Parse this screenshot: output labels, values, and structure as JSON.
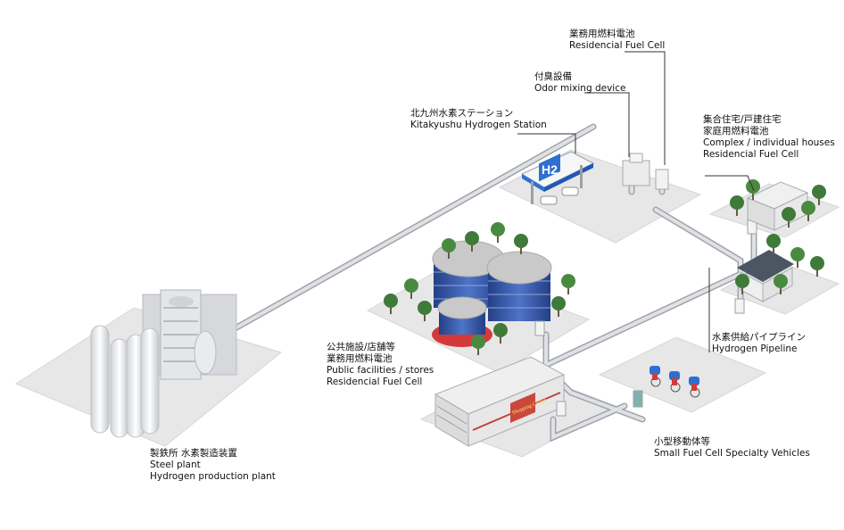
{
  "colors": {
    "background": "#ffffff",
    "ground": "#e6e6e6",
    "pipe": "#d4d6da",
    "pipe_edge": "#9a9ea4",
    "building_glass": "#3a5aa8",
    "building_roof": "#c8c8c8",
    "accent_red": "#d23a3a",
    "tree": "#3f7a3a"
  },
  "labels": {
    "residential_fuel_cell": {
      "jp": "業務用燃料電池",
      "en": "Residencial Fuel Cell"
    },
    "odor_mixing": {
      "jp": "付臭設備",
      "en": "Odor mixing device"
    },
    "hydrogen_station": {
      "jp": "北九州水素ステーション",
      "en": "Kitakyushu Hydrogen Station"
    },
    "houses": {
      "jp1": "集合住宅/戸建住宅",
      "jp2": "家庭用燃料電池",
      "en1": "Complex / individual houses",
      "en2": "Residencial Fuel Cell"
    },
    "pipeline": {
      "jp": "水素供給パイプライン",
      "en": "Hydrogen Pipeline"
    },
    "public_facilities": {
      "jp1": "公共施設/店舗等",
      "jp2": "業務用燃料電池",
      "en1": "Public facilities / stores",
      "en2": "Residencial Fuel Cell"
    },
    "vehicles": {
      "jp": "小型移動体等",
      "en": "Small Fuel Cell Specialty Vehicles"
    },
    "steel_plant": {
      "jp": "製鉄所 水素製造装置",
      "en1": "Steel plant",
      "en2": "Hydrogen production plant"
    }
  },
  "signs": {
    "h2": "H2",
    "shopping_center": "Shopping Center"
  },
  "icons": [
    "fuel-cell-unit-icon",
    "tree-icon",
    "vehicle-icon",
    "car-icon"
  ]
}
